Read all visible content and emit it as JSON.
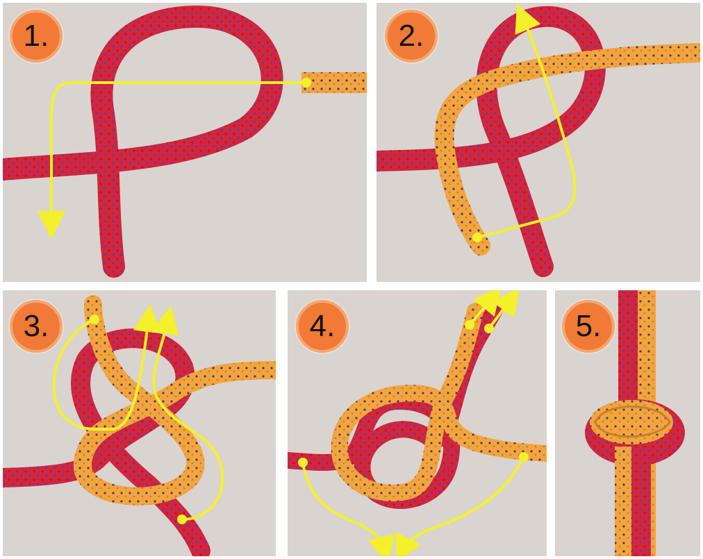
{
  "steps": [
    {
      "label": "1."
    },
    {
      "label": "2."
    },
    {
      "label": "3."
    },
    {
      "label": "4."
    },
    {
      "label": "5."
    }
  ],
  "colors": {
    "background": "#d9d4cf",
    "badge_fill": "#f07a36",
    "red_rope": "#d3253b",
    "orange_rope": "#f3a43d",
    "arrow": "#f4f02a"
  }
}
